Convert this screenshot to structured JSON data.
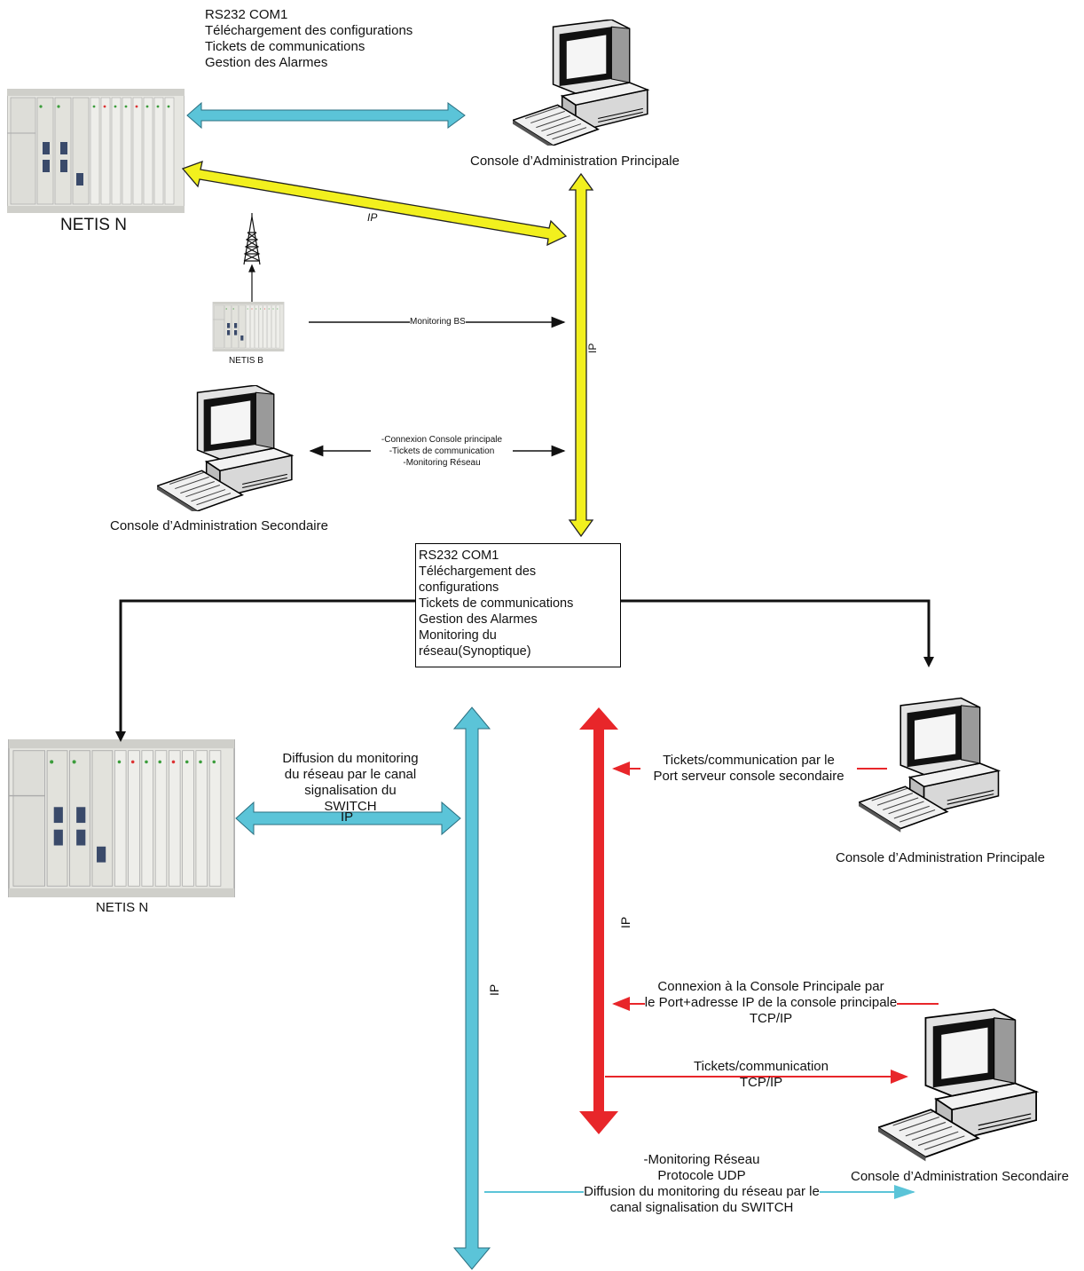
{
  "top_labels": {
    "lines": [
      "RS232 COM1",
      "Téléchargement des configurations",
      "Tickets de communications",
      "Gestion des Alarmes"
    ]
  },
  "devices": {
    "netis_n_top": "NETIS N",
    "netis_b": "NETIS B",
    "netis_n_bottom": "NETIS N",
    "console_principale_top": "Console d’Administration Principale",
    "console_secondaire_left": "Console d’Administration Secondaire",
    "console_principale_right": "Console d’Administration Principale",
    "console_secondaire_right": "Console d’Administration Secondaire"
  },
  "links": {
    "ip_diag": "IP",
    "ip_vertical_yellow": "IP",
    "monitoring_bs": "Monitoring BS",
    "console_link_lines": [
      "-Connexion Console principale",
      "-Tickets de communication",
      "-Monitoring Réseau"
    ],
    "diffusion_lines": [
      "Diffusion du monitoring",
      "du réseau par le canal",
      "signalisation du",
      "SWITCH"
    ],
    "ip_small": "IP",
    "ip_blue_vertical": "IP",
    "ip_red_vertical": "IP",
    "tickets_port_lines": [
      "Tickets/communication par le",
      "Port serveur console secondaire"
    ],
    "connexion_lines": [
      "Connexion à la Console Principale par",
      "le Port+adresse IP de la console principale",
      "TCP/IP"
    ],
    "tickets_tcp_lines": [
      "Tickets/communication",
      "TCP/IP"
    ],
    "udp_lines": [
      "-Monitoring Réseau",
      "Protocole UDP",
      "Diffusion du monitoring du réseau par le",
      "canal signalisation du SWITCH"
    ]
  },
  "center_box": {
    "lines": [
      "RS232 COM1",
      "Téléchargement des",
      "configurations",
      "Tickets de communications",
      "Gestion des Alarmes",
      "Monitoring du",
      "réseau(Synoptique)"
    ]
  },
  "colors": {
    "cyan": "#5bc4d8",
    "yellow": "#f2f01e",
    "red": "#e8262a",
    "black": "#111111"
  }
}
